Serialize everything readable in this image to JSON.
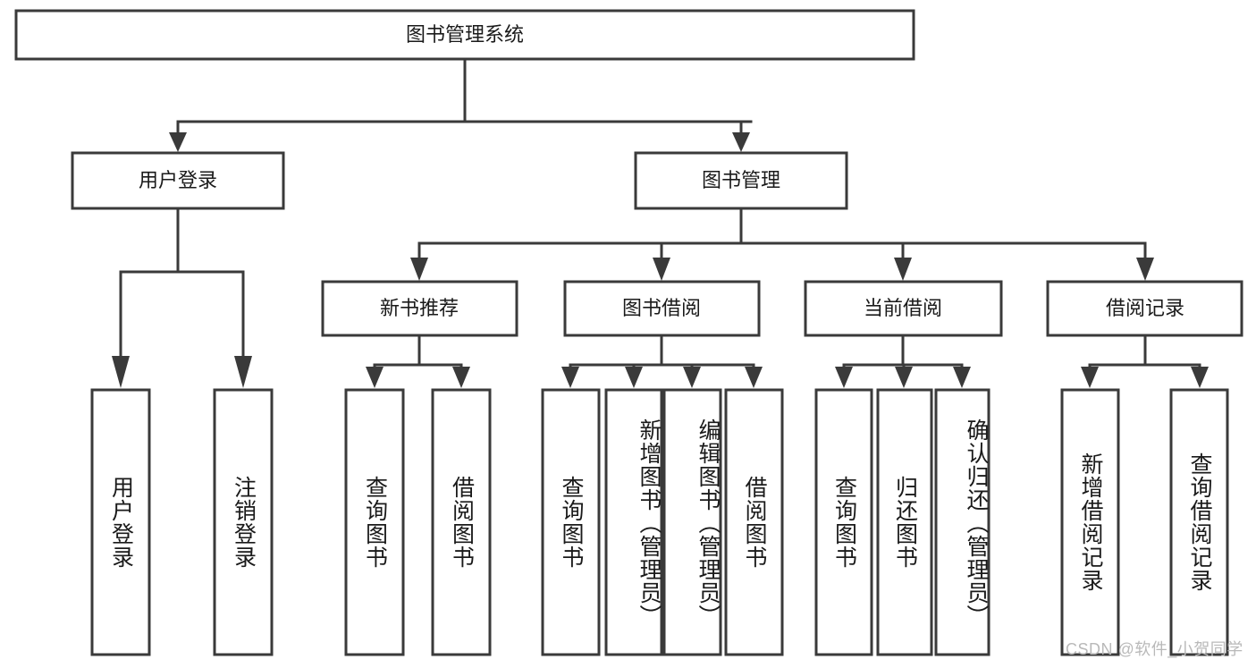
{
  "diagram": {
    "title": "图书管理系统",
    "watermark": "CSDN @软件_小贺同学",
    "line_color": "#3a3a3a",
    "box_fill": "#ffffff",
    "text_color": "#1a1a1a",
    "levels": {
      "root": {
        "label": "图书管理系统"
      },
      "level2": [
        {
          "id": "user-login",
          "label": "用户登录"
        },
        {
          "id": "book-management",
          "label": "图书管理"
        }
      ],
      "level3": [
        {
          "id": "new-book-recommend",
          "label": "新书推荐",
          "parent": "book-management"
        },
        {
          "id": "book-borrow",
          "label": "图书借阅",
          "parent": "book-management"
        },
        {
          "id": "current-borrow",
          "label": "当前借阅",
          "parent": "book-management"
        },
        {
          "id": "borrow-record",
          "label": "借阅记录",
          "parent": "book-management"
        }
      ],
      "leaves": [
        {
          "id": "leaf-user-login",
          "label": "用户登录",
          "parent": "user-login"
        },
        {
          "id": "leaf-logout-login",
          "label": "注销登录",
          "parent": "user-login"
        },
        {
          "id": "leaf-query-book-1",
          "label": "查询图书",
          "parent": "new-book-recommend"
        },
        {
          "id": "leaf-borrow-book-1",
          "label": "借阅图书",
          "parent": "new-book-recommend"
        },
        {
          "id": "leaf-query-book-2",
          "label": "查询图书",
          "parent": "book-borrow"
        },
        {
          "id": "leaf-add-book",
          "label": "新增图书（管理员）",
          "parent": "book-borrow"
        },
        {
          "id": "leaf-edit-book",
          "label": "编辑图书（管理员）",
          "parent": "book-borrow"
        },
        {
          "id": "leaf-borrow-book-2",
          "label": "借阅图书",
          "parent": "book-borrow"
        },
        {
          "id": "leaf-query-book-3",
          "label": "查询图书",
          "parent": "current-borrow"
        },
        {
          "id": "leaf-return-book",
          "label": "归还图书",
          "parent": "current-borrow"
        },
        {
          "id": "leaf-confirm-return",
          "label": "确认归还（管理员）",
          "parent": "current-borrow"
        },
        {
          "id": "leaf-add-record",
          "label": "新增借阅记录",
          "parent": "borrow-record"
        },
        {
          "id": "leaf-query-record",
          "label": "查询借阅记录",
          "parent": "borrow-record"
        }
      ]
    }
  }
}
